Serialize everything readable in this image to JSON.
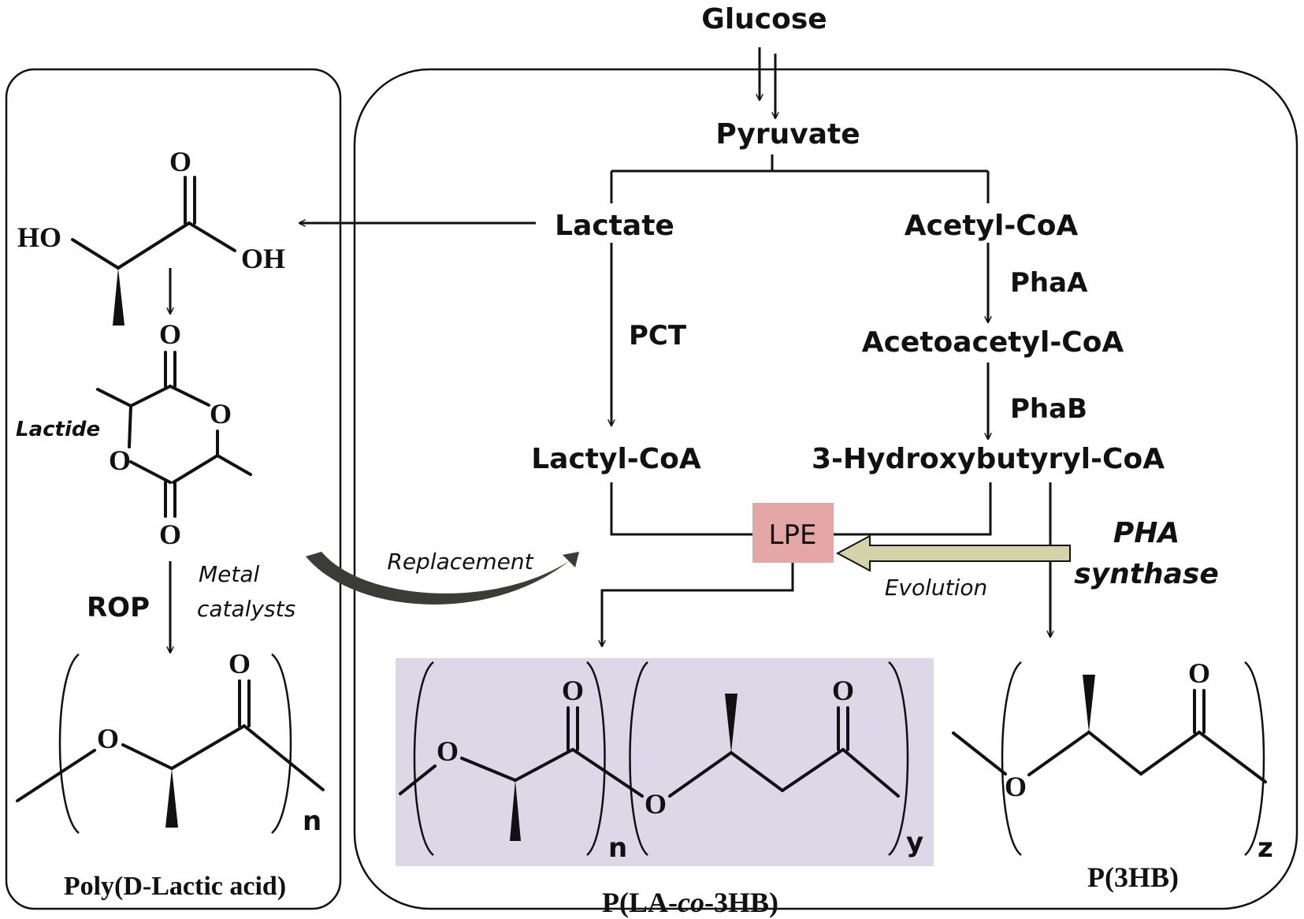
{
  "pathway": {
    "glucose": "Glucose",
    "pyruvate": "Pyruvate",
    "lactate": "Lactate",
    "acetyl_coa": "Acetyl-CoA",
    "pha_a": "PhaA",
    "acetoacetyl_coa": "Acetoacetyl-CoA",
    "pct": "PCT",
    "pha_b": "PhaB",
    "lactyl_coa": "Lactyl-CoA",
    "hydroxybutyryl_coa": "3-Hydroxybutyryl-CoA",
    "lpe": "LPE",
    "pha_synthase_1": "PHA",
    "pha_synthase_2": "synthase",
    "replacement": "Replacement",
    "evolution": "Evolution"
  },
  "chemistry": {
    "lactide": "Lactide",
    "rop": "ROP",
    "metal_catalysts_1": "Metal",
    "metal_catalysts_2": "catalysts",
    "atoms": {
      "ho": "HO",
      "oh": "OH",
      "o": "O"
    },
    "subscripts": {
      "n": "n",
      "y": "y",
      "z": "z"
    }
  },
  "products": {
    "pdla": "Poly(D-Lactic acid)",
    "placo_prefix": "P(LA-",
    "placo_italic": "co",
    "placo_suffix": "-3HB)",
    "p3hb": "P(3HB)"
  },
  "colors": {
    "lpe_box": "#e5a6a6",
    "copolymer_bg": "#ddd8e8",
    "evolution_arrow": "#d4d2a8",
    "replacement_arrow": "#3c3c36"
  }
}
